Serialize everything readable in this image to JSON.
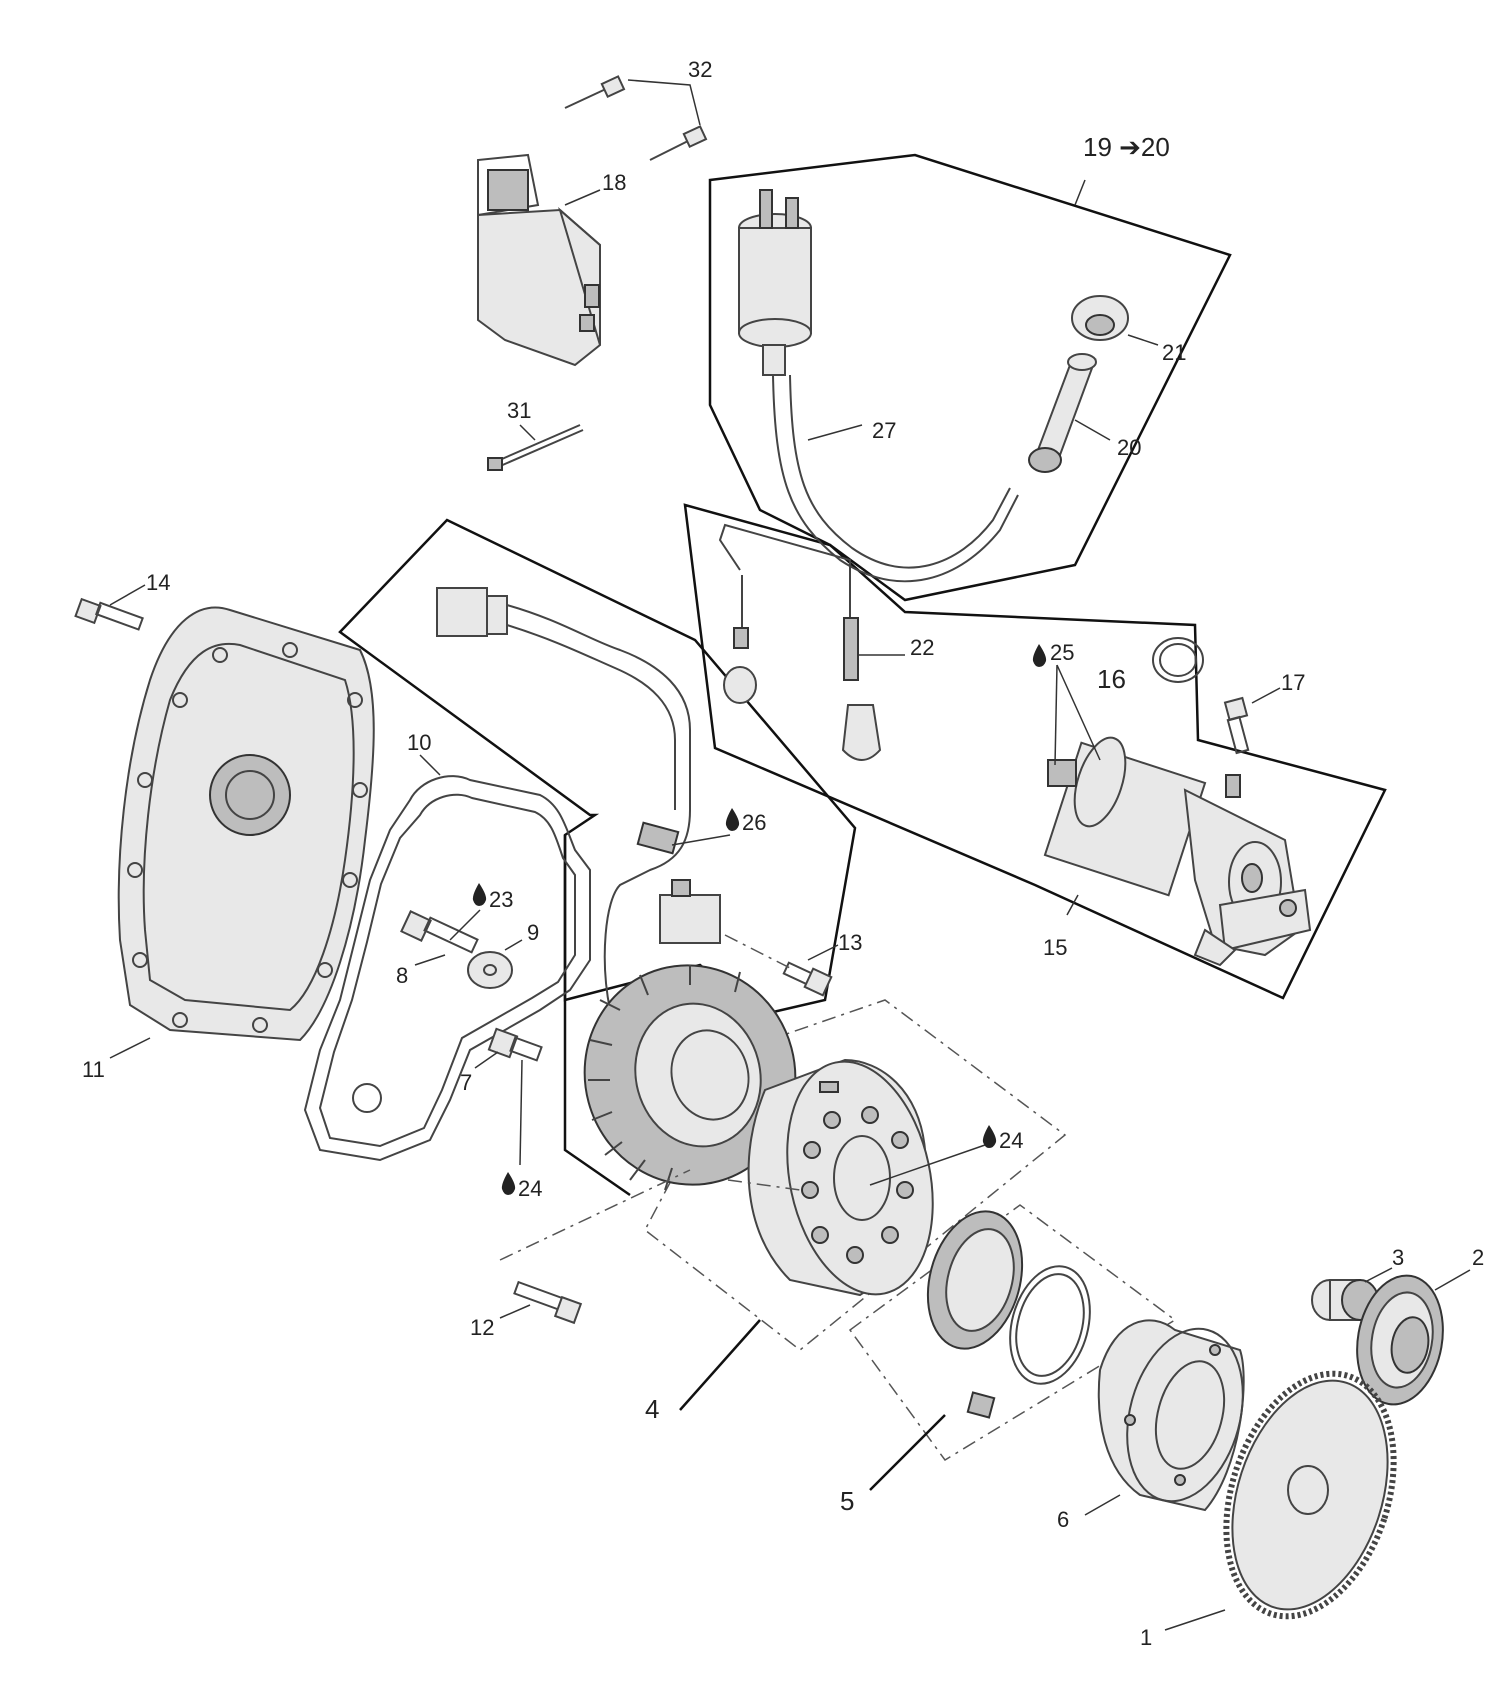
{
  "callouts": {
    "c1": "1",
    "c2": "2",
    "c3": "3",
    "c4": "4",
    "c5": "5",
    "c6": "6",
    "c7": "7",
    "c8": "8",
    "c9": "9",
    "c10": "10",
    "c11": "11",
    "c12": "12",
    "c13": "13",
    "c14": "14",
    "c15": "15",
    "c16": "16",
    "c17": "17",
    "c18": "18",
    "c19_20": "19 ➔20",
    "c20": "20",
    "c21": "21",
    "c22": "22",
    "c23": "23",
    "c24a": "24",
    "c24b": "24",
    "c25": "25",
    "c26": "26",
    "c27": "27",
    "c31": "31",
    "c32": "32"
  },
  "icons": {
    "lubricant": "oil-drop-icon"
  }
}
